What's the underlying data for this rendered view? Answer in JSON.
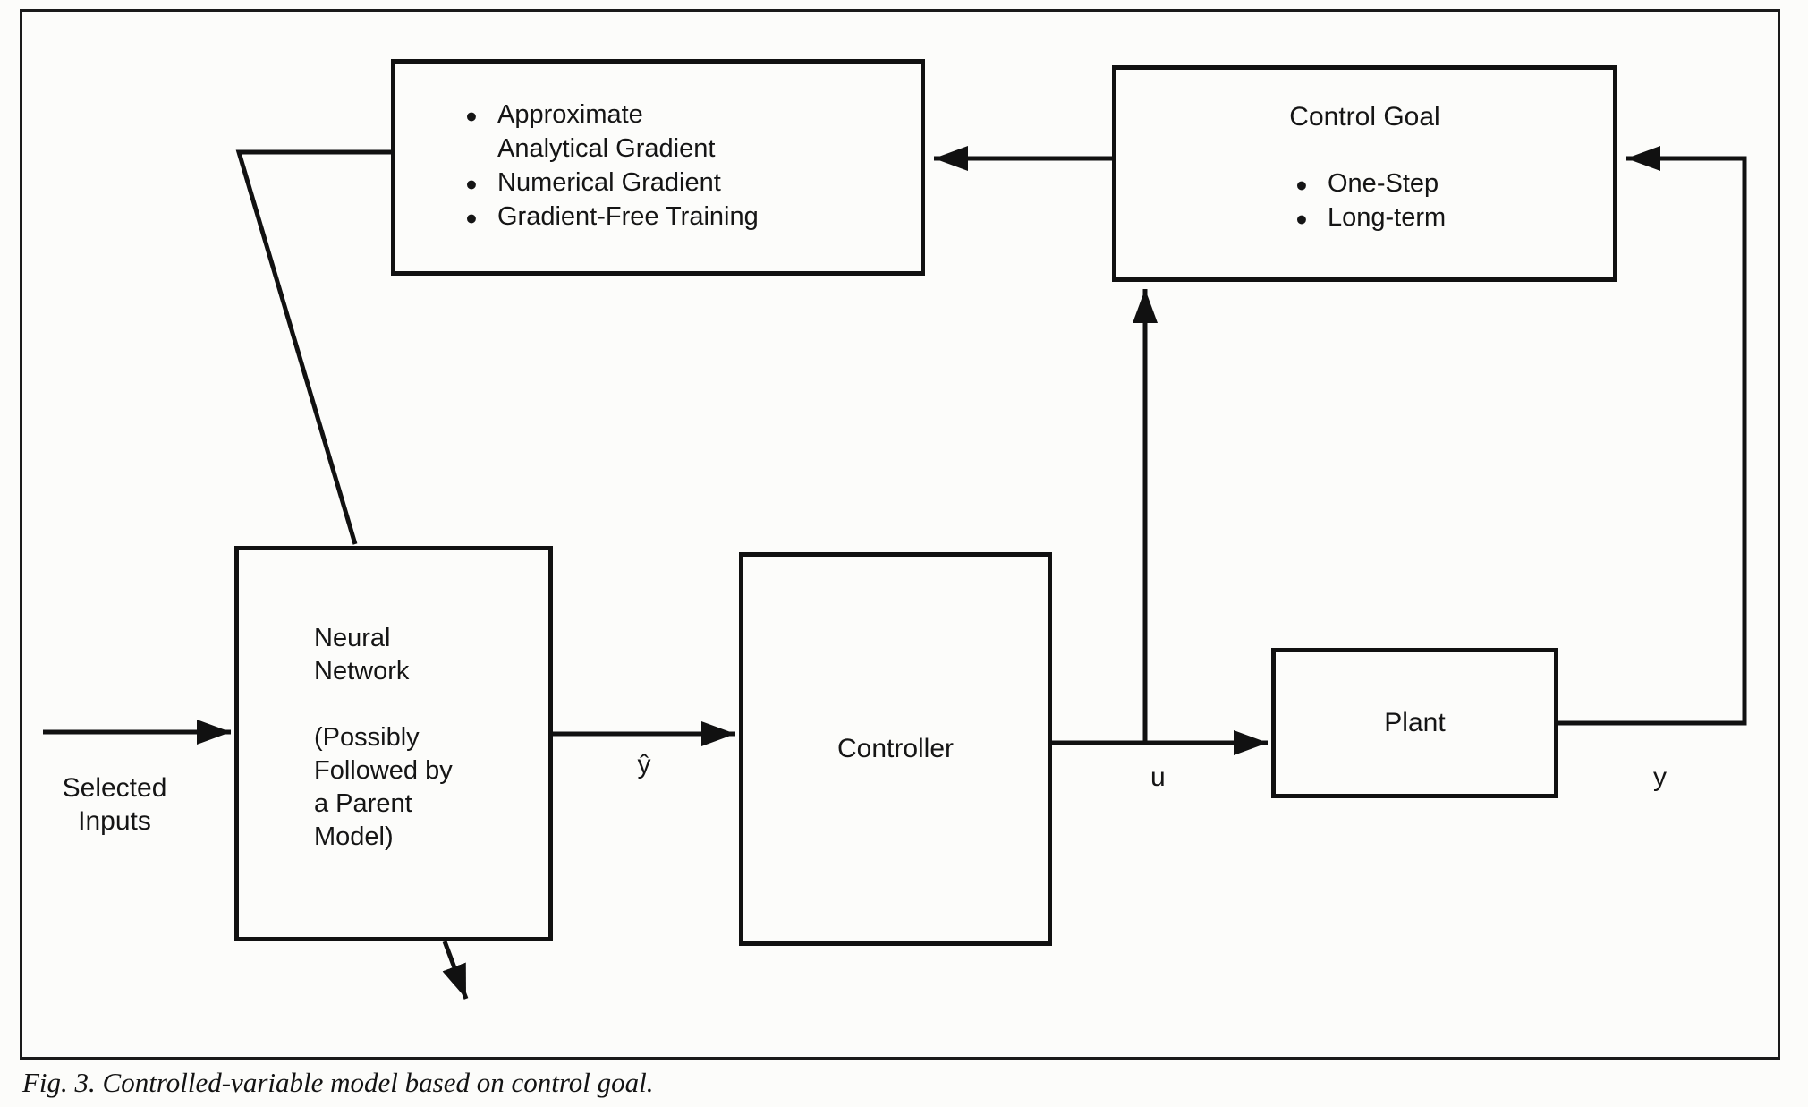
{
  "diagram": {
    "training_box": {
      "items": [
        "Approximate\nAnalytical Gradient",
        "Numerical Gradient",
        "Gradient-Free Training"
      ]
    },
    "control_goal_box": {
      "title": "Control Goal",
      "items": [
        "One-Step",
        "Long-term"
      ]
    },
    "neural_network_box": {
      "text": "Neural\nNetwork\n\n(Possibly\nFollowed by\na Parent\nModel)"
    },
    "controller_box": {
      "label": "Controller"
    },
    "plant_box": {
      "label": "Plant"
    },
    "labels": {
      "selected_inputs": "Selected\nInputs",
      "y_hat": "ŷ",
      "u": "u",
      "y": "y"
    }
  },
  "caption": "Fig. 3. Controlled-variable model based on control goal.",
  "colors": {
    "ink": "#111111",
    "paper": "#fcfcfa"
  }
}
